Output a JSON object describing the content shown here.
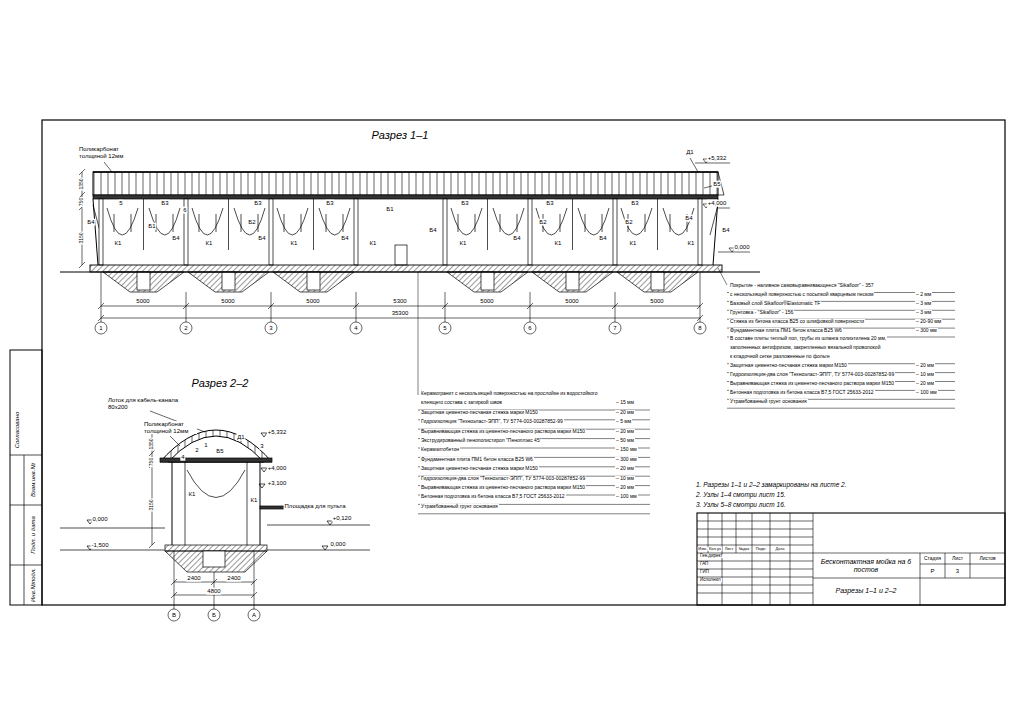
{
  "diagram": {
    "labels": [
      "Разрез 1–1",
      "Поликарбонат толщиной 12мм",
      "Д1",
      "+5,332",
      "Б5",
      "+4,000",
      "0,000",
      "1350",
      "750",
      "3150",
      "5",
      "6",
      "Б3",
      "Б4",
      "Б1",
      "К1",
      "Б4",
      "Б3",
      "Б2",
      "К1",
      "Б4",
      "Б3",
      "К1",
      "Б4",
      "Б1",
      "К1",
      "Б3",
      "Б4",
      "К1",
      "Б3",
      "Б2",
      "Б4",
      "К1",
      "Б3",
      "Б2",
      "Б4",
      "К1",
      "Б4",
      "К1",
      "Б4",
      "5000",
      "5000",
      "5000",
      "5300",
      "5000",
      "5000",
      "5000",
      "35300",
      "1",
      "2",
      "3",
      "4",
      "5",
      "6",
      "7",
      "8",
      "Разрез 2–2",
      "Лоток для кабель-канала 80х200",
      "Поликарбонат толщиной 12мм",
      "Д1",
      "+5,332",
      "1",
      "2",
      "3",
      "4",
      "Б5",
      "+4,000",
      "К1",
      "К1",
      "+3,100",
      "Площадка для пульта",
      "+0,120",
      "0,000",
      "0,000",
      "-1,500",
      "1350",
      "750",
      "3150",
      "2400",
      "2400",
      "4800",
      "В",
      "Б",
      "А",
      "Керамогранит с нескользящей поверхностью на прослойке из водостойкого",
      "клеящего состава с затиркой швов",
      "– 15 мм",
      "Защитная цементно-песчаная стяжка марки М150",
      "– 20 мм",
      "Гидроизоляция \"Техноэласт-ЭПП\", ТУ 5774-003-00287852-99",
      "– 5 мм",
      "Выравнивающая стяжка из цементно-песчаного раствора марки М150",
      "– 20 мм",
      "Экструдированный пенополистирол \"Пеноплэкс 45\"",
      "– 50 мм",
      "Керамзитобетон",
      "– 150 мм",
      "Фундаментная плита ПМ1 бетон класса В25 W6",
      "– 300 мм",
      "Защитная цементно-песчаная стяжка марки М150",
      "– 20 мм",
      "Гидроизоляция-два слоя \"Техноэласт-ЭПП\", ТУ 5774-003-00287852-99",
      "– 10 мм",
      "Выравнивающая стяжка из цементно-песчаного раствора марки М150",
      "– 20 мм",
      "Бетонная подготовка из бетона класса В7,5 ГОСТ 25633-2012",
      "– 100 мм",
      "Утрамбованный грунт основания",
      "Покрытие - наливное самовыравнивающееся \"Sikafloor\" - 357",
      "с нескользящей поверхностью с посыпкой кварцевым песком",
      "– 2 мм",
      "Базовый слой Sikafloor®Elastomatic TF",
      "– 3 мм",
      "Грунтовка - \"Sikafloor\" - 156",
      "– 3 мм",
      "Стяжка из бетона класса В25 со шлифовкой поверхности",
      "– 20-90 мм",
      "Фундаментная плита ПМ1 бетон класса В25 W6",
      "– 300 мм",
      "В составе плиты теплый пол, трубы из шланга полиэтилена 20 мм,",
      "заполненных антифризом, закрепленных вязальной проволокой",
      "к кладочной сетке разложенные по фольге",
      "Защитная цементно-песчаная стяжка марки М150",
      "– 20 мм",
      "Гидроизоляция-два слоя \"Техноэласт-ЭПП\", ТУ 5774-003-00287852-99",
      "– 10 мм",
      "Выравнивающая стяжка из цементно-песчаного раствора марки М150",
      "– 20 мм",
      "Бетонная подготовка из бетона класса В7,5 ГОСТ 25633-2012",
      "– 100 мм",
      "Утрамбованный грунт основания",
      "1. Разрезы 1–1 и 2–2 замаркированы на листе 2.",
      "2. Узлы 1–4 смотри лист 15.",
      "3. Узлы 5–8 смотри лист 16.",
      "Изм.",
      "Кол.уч",
      "Лист",
      "№док",
      "Подп.",
      "Дата",
      "Ген.директ",
      "ГАП",
      "ГИП",
      "Исполнил",
      "Бесконтактная мойка на 6 постов",
      "Стадия",
      "Лист",
      "Листов",
      "Р",
      "3",
      "Разрезы 1–1 и 2–2",
      "Согласовано",
      "Взам.инв.№",
      "Подп. и дата",
      "Инв.№подл."
    ]
  }
}
